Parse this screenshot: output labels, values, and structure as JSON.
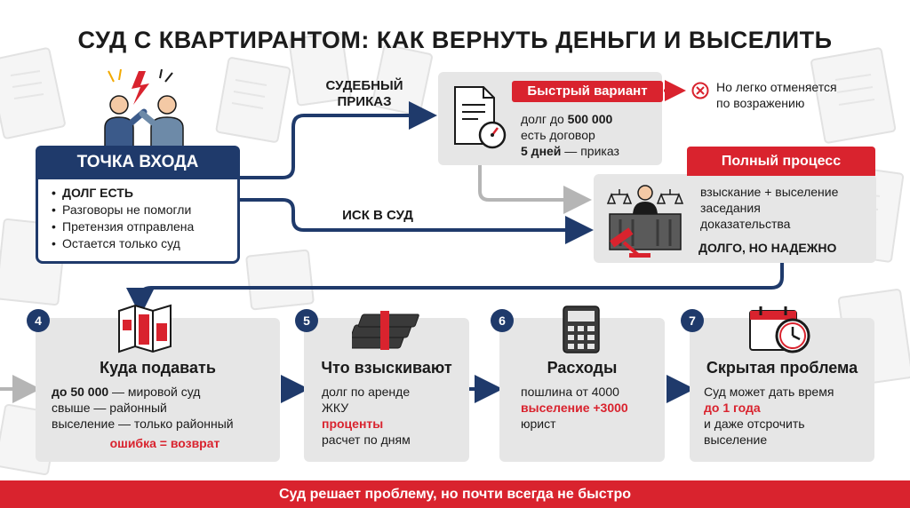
{
  "title": "СУД С КВАРТИРАНТОМ: КАК ВЕРНУТЬ ДЕНЬГИ И ВЫСЕЛИТЬ",
  "entry": {
    "heading": "ТОЧКА ВХОДА",
    "items": [
      "ДОЛГ ЕСТЬ",
      "Разговоры не помогли",
      "Претензия отправлена",
      "Остается только суд"
    ]
  },
  "routes": {
    "order_line1": "СУДЕБНЫЙ",
    "order_line2": "ПРИКАЗ",
    "lawsuit": "ИСК В СУД"
  },
  "fast": {
    "badge": "Быстрый вариант",
    "line1_prefix": "долг до ",
    "line1_value": "500 000",
    "line2": "есть договор",
    "line3_bold": "5 дней",
    "line3_rest": " — приказ",
    "warning_line1": "Но легко отменяется",
    "warning_line2": "по возражению"
  },
  "full": {
    "badge": "Полный процесс",
    "line1": "взыскание + выселение",
    "line2": "заседания",
    "line3": "доказательства",
    "bottom": "ДОЛГО, НО НАДЕЖНО"
  },
  "steps": [
    {
      "num": "4",
      "title": "Куда подавать",
      "l1_bold": "до 50 000",
      "l1_rest": " — мировой суд",
      "l2": "свыше — районный",
      "l3": "выселение — только районный",
      "l4": "ошибка = возврат"
    },
    {
      "num": "5",
      "title": "Что взыскивают",
      "l1": "долг по аренде",
      "l2": "ЖКУ",
      "l3": "проценты",
      "l4": "расчет по дням"
    },
    {
      "num": "6",
      "title": "Расходы",
      "l1": "пошлина от 4000",
      "l2": "выселение +3000",
      "l3": "юрист"
    },
    {
      "num": "7",
      "title": "Скрытая проблема",
      "l1": "Суд может дать время",
      "l2": "до 1 года",
      "l3": "и даже отсрочить",
      "l4": "выселение"
    }
  ],
  "footer": "Суд решает проблему, но почти всегда не быстро",
  "colors": {
    "navy": "#1f3a6b",
    "red": "#d9232e",
    "card": "#e6e6e6"
  }
}
